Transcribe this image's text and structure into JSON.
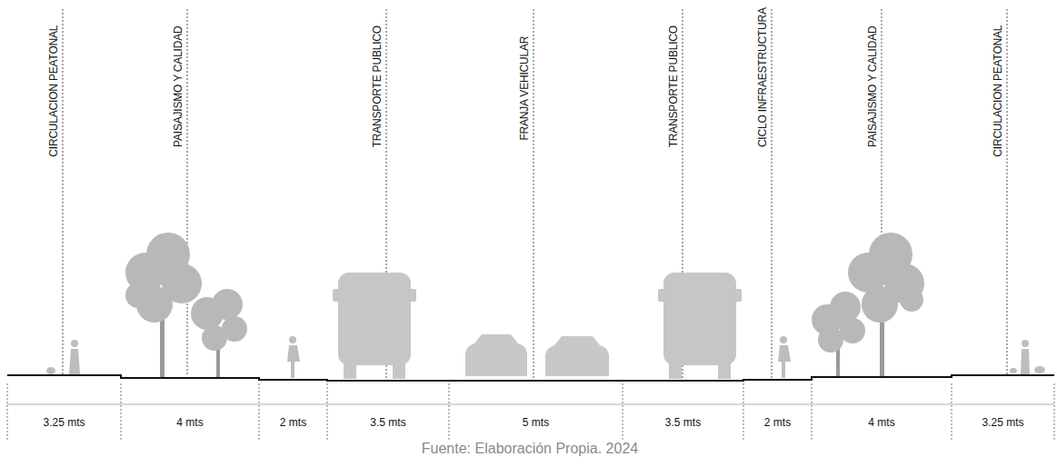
{
  "diagram": {
    "caption": "Fuente: Elaboración Propia. 2024",
    "labels": [
      "CIRCULACION PEATONAL",
      "PAISAJISMO Y CALIDAD",
      "TRANSPORTE PUBLICO",
      "FRANJA VEHICULAR",
      "TRANSPORTE PUBLICO",
      "CICLO INFRAESTRUCTURA",
      "PAISAJISMO Y CALIDAD",
      "CIRCULACION PEATONAL",
      "3.25 mts",
      "4 mts",
      "2 mts",
      "3.5 mts",
      "5 mts",
      "3.5 mts",
      "2 mts",
      "4 mts",
      "3.25 mts"
    ]
  }
}
